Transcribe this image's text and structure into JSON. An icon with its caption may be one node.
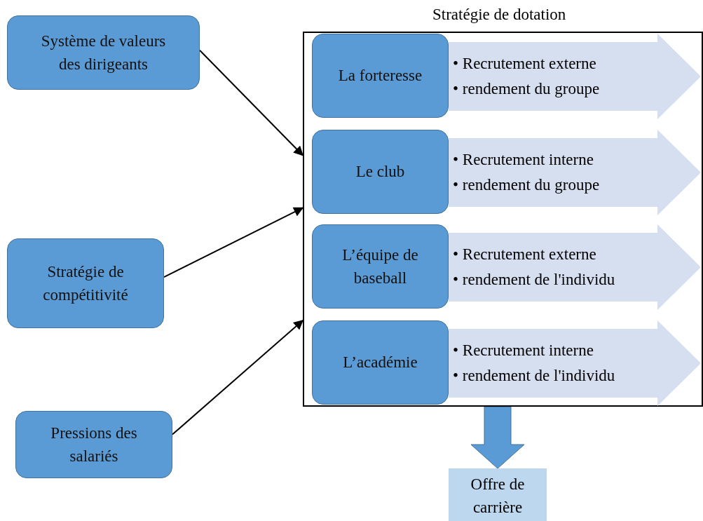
{
  "diagram": {
    "nodes": [
      {
        "text": [
          "Système de valeurs des dirigeants"
        ]
      },
      {
        "text": [
          "Stratégie de compétitivité"
        ]
      },
      {
        "text": [
          "Pressions des salariés"
        ]
      },
      {
        "text": [
          "Stratégie de dotation"
        ]
      },
      {
        "text": [
          "La forteresse"
        ],
        "in": 3
      },
      {
        "text": [
          "• Recrutement externe",
          "• rendement du groupe"
        ],
        "in": 3
      },
      {
        "text": [
          "Le club"
        ],
        "in": 3
      },
      {
        "text": [
          "• Recrutement interne",
          "• rendement du groupe"
        ],
        "in": 3
      },
      {
        "text": [
          "L’équipe de baseball"
        ],
        "in": 3
      },
      {
        "text": [
          "• Recrutement externe",
          "• rendement de l'individu"
        ],
        "in": 3
      },
      {
        "text": [
          "L’académie"
        ],
        "in": 3
      },
      {
        "text": [
          "• Recrutement interne",
          "• rendement de l'individu"
        ],
        "in": 3
      },
      {
        "text": [
          "Offre de carrière"
        ]
      }
    ],
    "edges": [
      {
        "from": 0,
        "to": 3,
        "arrow": "to"
      },
      {
        "from": 1,
        "to": 3,
        "arrow": "to"
      },
      {
        "from": 2,
        "to": 3,
        "arrow": "to"
      },
      {
        "from": 3,
        "to": 12,
        "arrow": "to",
        "style": "thick",
        "color": "#5b9bd5"
      }
    ]
  }
}
